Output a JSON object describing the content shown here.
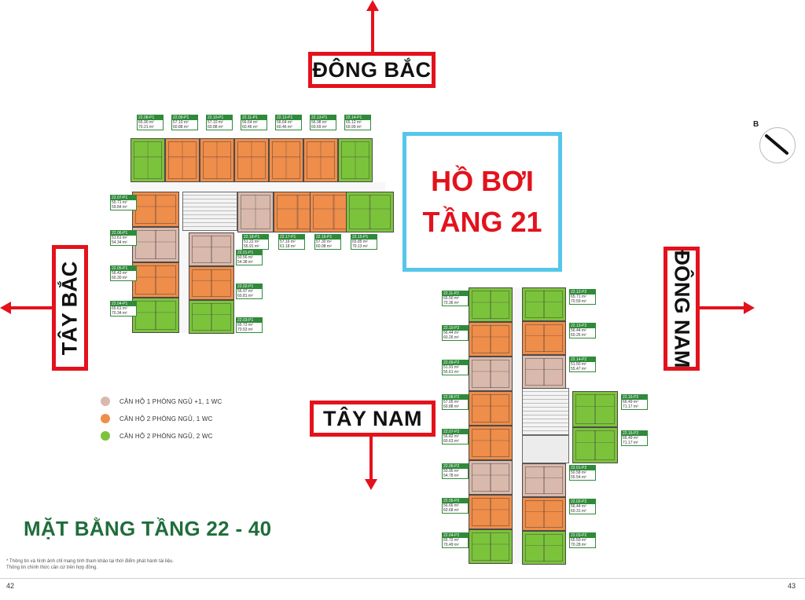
{
  "directions": {
    "north_east": "ĐÔNG BẮC",
    "north_west": "TÂY BẮC",
    "south_west": "TÂY NAM",
    "south_east": "ĐÔNG NAM"
  },
  "pool": {
    "line1": "HỒ BƠI",
    "line2": "TẦNG 21"
  },
  "compass": {
    "letter": "B"
  },
  "legend": [
    {
      "label": "CĂN HỘ 1 PHÒNG NGỦ +1, 1 WC",
      "color": "#d9b9ac"
    },
    {
      "label": "CĂN HỘ 2 PHÒNG NGỦ, 1 WC",
      "color": "#ef8d4a"
    },
    {
      "label": "CĂN HỘ 2 PHÒNG NGỦ, 2 WC",
      "color": "#7cc33c"
    }
  ],
  "title": "MẶT BẰNG TẦNG 22 - 40",
  "notes": [
    "* Thông tin và hình ảnh chỉ mang tính tham khảo tại thời điểm phát hành tài liệu.",
    "Thông tin chính thức căn cứ trên hợp đồng."
  ],
  "pages": {
    "left": "42",
    "right": "43"
  },
  "units": {
    "p1_top": [
      {
        "code": "22.08-P1",
        "a1": "65.90 m²",
        "a2": "70.21 m²",
        "type": "green"
      },
      {
        "code": "22.09-P1",
        "a1": "57.10 m²",
        "a2": "60.88 m²",
        "type": "orange"
      },
      {
        "code": "22.10-P1",
        "a1": "57.10 m²",
        "a2": "60.88 m²",
        "type": "orange"
      },
      {
        "code": "22.11-P1",
        "a1": "56.64 m²",
        "a2": "60.46 m²",
        "type": "orange"
      },
      {
        "code": "22.12-P1",
        "a1": "56.64 m²",
        "a2": "60.46 m²",
        "type": "orange"
      },
      {
        "code": "22.13-P1",
        "a1": "56.98 m²",
        "a2": "60.69 m²",
        "type": "orange"
      },
      {
        "code": "22.14-P1",
        "a1": "65.12 m²",
        "a2": "69.99 m²",
        "type": "green"
      }
    ],
    "p1_left": [
      {
        "code": "22.07-P1",
        "a1": "55.71 m²",
        "a2": "59.84 m²",
        "type": "orange"
      },
      {
        "code": "22.06-P1",
        "a1": "51.61 m²",
        "a2": "54.34 m²",
        "type": "pink"
      },
      {
        "code": "22.05-P1",
        "a1": "56.43 m²",
        "a2": "60.30 m²",
        "type": "orange"
      },
      {
        "code": "22.04-P1",
        "a1": "65.61 m²",
        "a2": "70.34 m²",
        "type": "green"
      }
    ],
    "p1_mid": [
      {
        "code": "22.01-P1",
        "a1": "50.56 m²",
        "a2": "54.38 m²",
        "type": "pink"
      },
      {
        "code": "22.02-P1",
        "a1": "56.97 m²",
        "a2": "60.81 m²",
        "type": "orange"
      },
      {
        "code": "22.03-P1",
        "a1": "65.73 m²",
        "a2": "70.53 m²",
        "type": "green"
      }
    ],
    "p1_inner": [
      {
        "code": "22.18-P1",
        "a1": "51.22 m²",
        "a2": "55.91 m²",
        "type": "pink"
      },
      {
        "code": "22.17-P1",
        "a1": "57.16 m²",
        "a2": "61.18 m²",
        "type": "orange"
      },
      {
        "code": "22.16-P1",
        "a1": "57.30 m²",
        "a2": "60.98 m²",
        "type": "orange"
      },
      {
        "code": "22.15-P1",
        "a1": "65.85 m²",
        "a2": "70.13 m²",
        "type": "green"
      }
    ],
    "p2_left": [
      {
        "code": "22.11-P2",
        "a1": "65.50 m²",
        "a2": "70.36 m²",
        "type": "green"
      },
      {
        "code": "22.10-P2",
        "a1": "56.44 m²",
        "a2": "60.26 m²",
        "type": "orange"
      },
      {
        "code": "22.09-P2",
        "a1": "51.91 m²",
        "a2": "55.61 m²",
        "type": "pink"
      },
      {
        "code": "22.08-P2",
        "a1": "57.05 m²",
        "a2": "60.88 m²",
        "type": "orange"
      },
      {
        "code": "22.07-P2",
        "a1": "56.82 m²",
        "a2": "60.63 m²",
        "type": "orange"
      },
      {
        "code": "22.06-P2",
        "a1": "50.95 m²",
        "a2": "54.78 m²",
        "type": "pink"
      },
      {
        "code": "22.05-P2",
        "a1": "56.66 m²",
        "a2": "60.68 m²",
        "type": "orange"
      },
      {
        "code": "22.04-P2",
        "a1": "65.72 m²",
        "a2": "70.49 m²",
        "type": "green"
      }
    ],
    "p2_right": [
      {
        "code": "22.12-P2",
        "a1": "65.71 m²",
        "a2": "70.59 m²",
        "type": "green"
      },
      {
        "code": "22.13-P2",
        "a1": "56.44 m²",
        "a2": "60.26 m²",
        "type": "orange"
      },
      {
        "code": "22.14-P2",
        "a1": "51.50 m²",
        "a2": "55.47 m²",
        "type": "pink"
      },
      {
        "code": "22.01-P2",
        "a1": "50.58 m²",
        "a2": "55.54 m²",
        "type": "pink"
      },
      {
        "code": "22.02-P2",
        "a1": "56.44 m²",
        "a2": "60.31 m²",
        "type": "orange"
      },
      {
        "code": "22.03-P2",
        "a1": "65.50 m²",
        "a2": "70.28 m²",
        "type": "green"
      }
    ],
    "p2_wing": [
      {
        "code": "22.15-P2",
        "a1": "66.49 m²",
        "a2": "71.17 m²",
        "type": "green"
      },
      {
        "code": "22.16-P2",
        "a1": "66.49 m²",
        "a2": "71.17 m²",
        "type": "green"
      }
    ]
  }
}
